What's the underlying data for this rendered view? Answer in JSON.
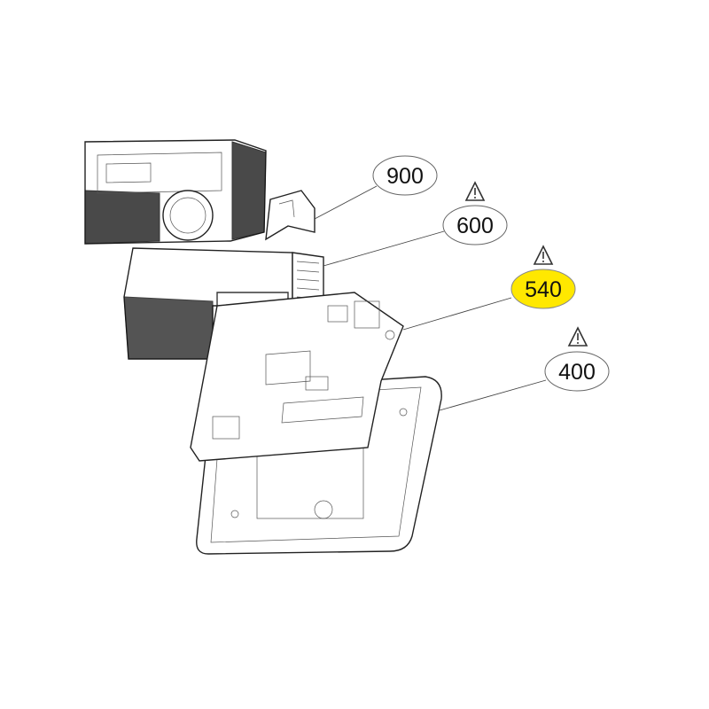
{
  "callouts": [
    {
      "id": "900",
      "label": "900",
      "warning": false,
      "highlighted": false
    },
    {
      "id": "600",
      "label": "600",
      "warning": true,
      "highlighted": false
    },
    {
      "id": "540",
      "label": "540",
      "warning": true,
      "highlighted": true
    },
    {
      "id": "400",
      "label": "400",
      "warning": true,
      "highlighted": false
    }
  ],
  "colors": {
    "highlight": "#ffe800",
    "line": "#222222"
  }
}
